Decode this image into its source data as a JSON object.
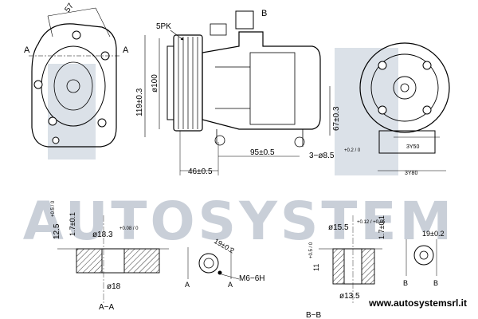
{
  "watermark": {
    "brand": "AUTOSYSTEM",
    "color": "#c9cfd8"
  },
  "views": {
    "front": {
      "dim_angle": "57",
      "section_letter_left": "A",
      "section_letter_right": "A"
    },
    "side": {
      "belt_label": "5PK",
      "section_letter": "B",
      "dim_height": "119±0.3",
      "dim_pulley": "ø100",
      "dim_mount_vertical": "67±0.3",
      "dim_length": "95±0.5",
      "dim_offset": "46±0.5",
      "dim_holes": "3−ø8.5",
      "dim_holes_tol": "+0.2 / 0"
    },
    "rear": {
      "dim_inner": "3Y50",
      "dim_outer": "3Y80"
    }
  },
  "section_aa": {
    "title": "A−A",
    "dim_height_a": "12.5",
    "dim_height_a_tol": "+0.5 / 0",
    "dim_height_b": "1.7±0.1",
    "dim_bore": "ø18.3",
    "dim_bore_tol": "+0.08 / 0",
    "dim_outer": "ø18",
    "dim_angle": "19±0.2",
    "thread": "M6−6H",
    "letter_left": "A",
    "letter_right": "A"
  },
  "section_bb": {
    "title": "B−B",
    "dim_bore": "ø15.5",
    "dim_bore_tol": "+0.12 / +0.05",
    "dim_height_b": "1.7±0.1",
    "dim_depth": "11",
    "dim_depth_tol": "+0.5 / 0",
    "dim_outer": "ø13.5",
    "dim_angle": "19±0.2",
    "letter_left": "B",
    "letter_right": "B"
  },
  "website": "www.autosystemsrl.it"
}
